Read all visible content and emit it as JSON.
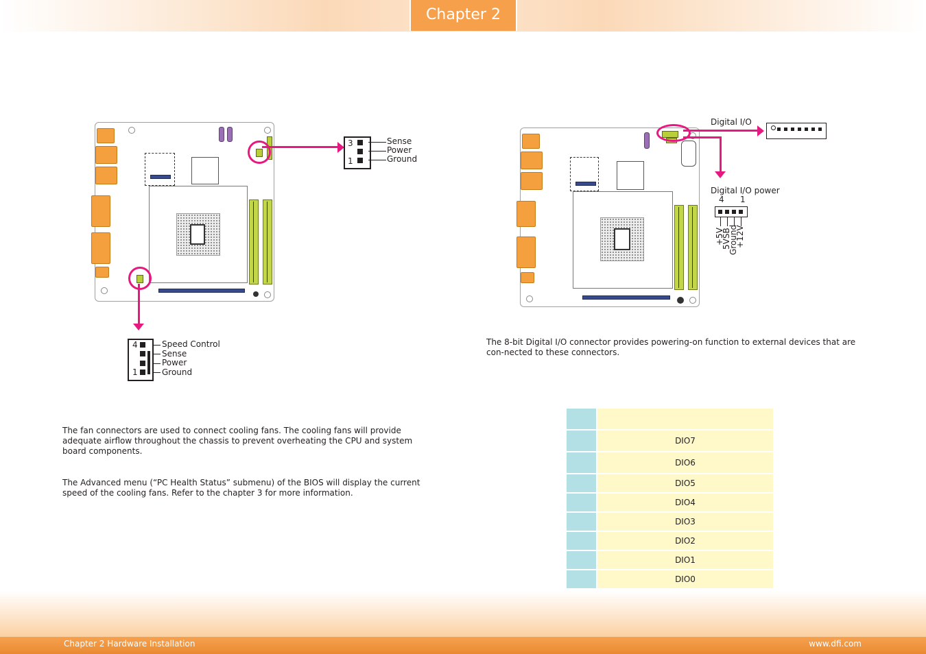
{
  "header": {
    "chapter_label": "Chapter 2"
  },
  "fan_diagram": {
    "cpu_fan_pins": {
      "top_number": "3",
      "bottom_number": "1",
      "labels": [
        "Sense",
        "Power",
        "Ground"
      ]
    },
    "sys_fan_pins": {
      "top_number": "4",
      "bottom_number": "1",
      "labels": [
        "Speed Control",
        "Sense",
        "Power",
        "Ground"
      ]
    }
  },
  "dio_diagram": {
    "dio_label": "Digital I/O",
    "power_label": "Digital I/O power",
    "power_pin_left": "4",
    "power_pin_right": "1",
    "power_signals": [
      "+5V",
      "5VSB",
      "Ground",
      "+12V"
    ]
  },
  "paragraphs": {
    "dio_description": "The 8-bit Digital I/O connector provides powering-on function to external devices that are con-nected to these connectors.",
    "fan_description": "The fan connectors are used to connect cooling fans. The cooling fans will provide adequate airflow throughout the chassis to prevent overheating the CPU and system board components.",
    "bios_note": "The Advanced menu (“PC Health Status” submenu) of the BIOS will display the current speed of the cooling fans. Refer to the chapter 3 for more information."
  },
  "dio_table": {
    "rows": [
      "",
      "DIO7",
      "DIO6",
      "DIO5",
      "DIO4",
      "DIO3",
      "DIO2",
      "DIO1",
      "DIO0"
    ]
  },
  "footer": {
    "left": "Chapter 2 Hardware Installation",
    "right": "www.dfi.com"
  },
  "colors": {
    "accent_orange": "#f7a04b",
    "highlight_pink": "#e5197f",
    "table_pin": "#b2e0e4",
    "table_signal": "#fff8c9"
  }
}
